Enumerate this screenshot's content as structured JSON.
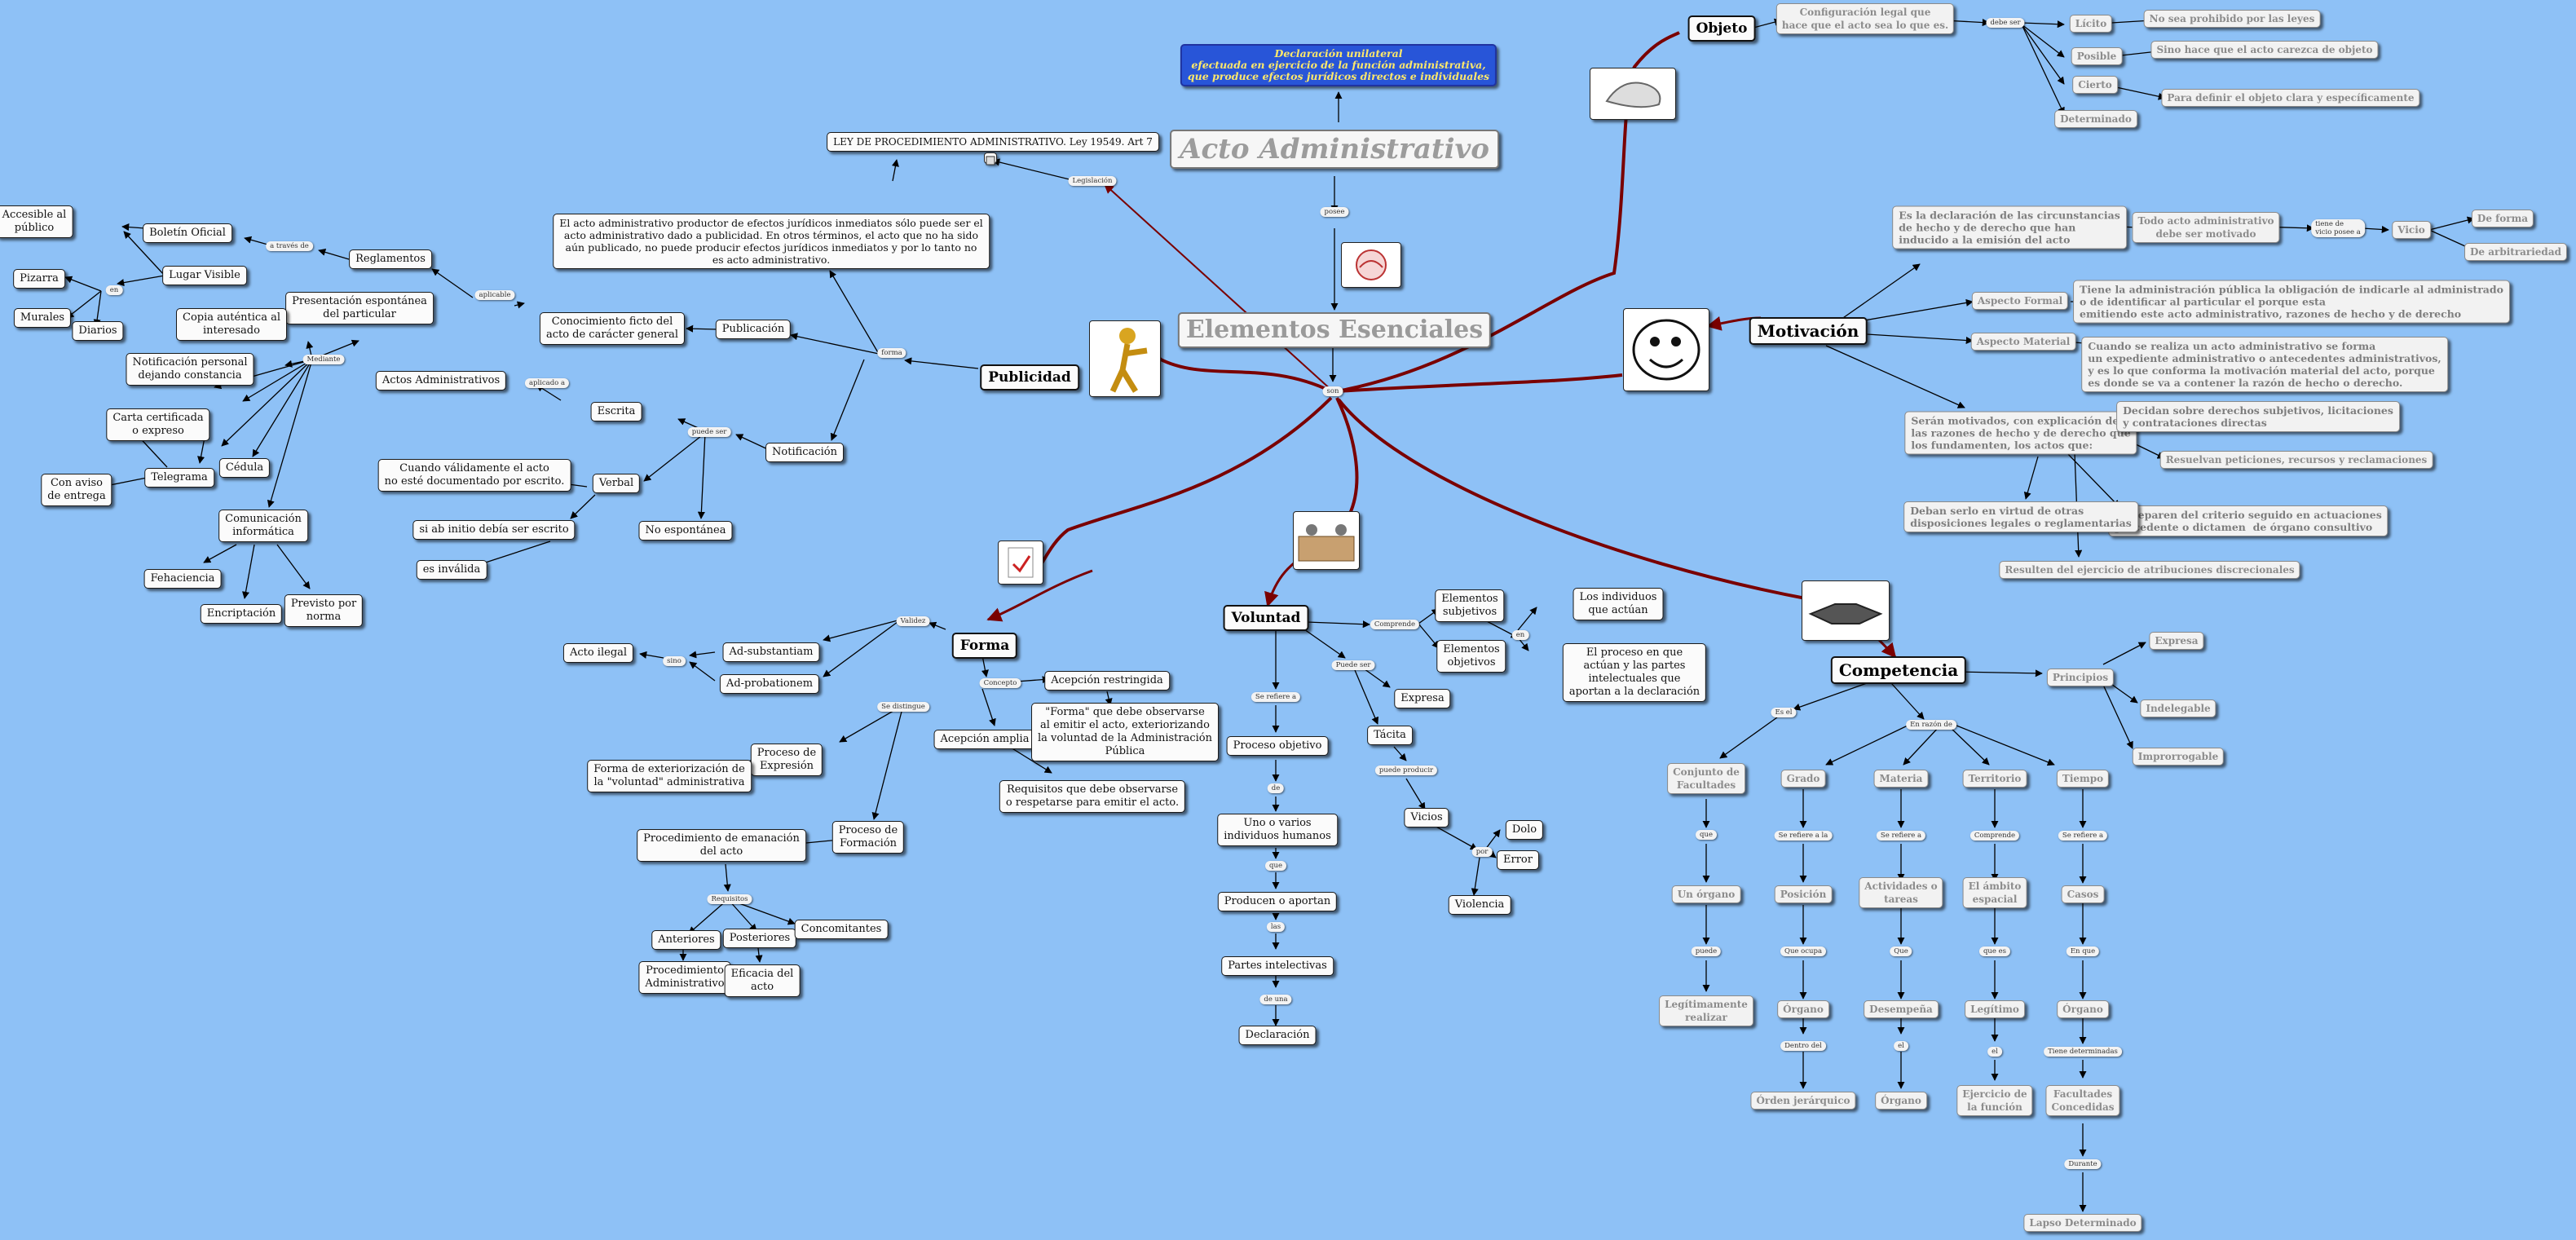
{
  "title": "Acto Administrativo",
  "definition": "Declaración unilateral\nefectuada en ejercicio de la función administrativa,\nque produce efectos jurídicos directos e individuales",
  "center": "Elementos Esenciales",
  "labels": {
    "posee": "posee",
    "son": "son",
    "legislacion": "Legislación",
    "forma_de": "forma",
    "aplicado_a": "aplicado a",
    "puede_ser": "puede ser",
    "aplicable": "aplicable",
    "a_traves_de": "a través de",
    "en": "en",
    "mediante": "Mediante",
    "debe_ser": "debe ser",
    "tiene_de_vicio": "tiene de\nvicio posee a",
    "validez": "Validez",
    "sino": "sino",
    "concepto": "Concepto",
    "se_distingue": "Se distingue",
    "requisitos": "Requisitos",
    "comprende": "Comprende",
    "se_refiere_a": "Se refiere a",
    "de": "de",
    "que": "que",
    "las": "las",
    "de_una": "de una",
    "puede_ser2": "Puede ser",
    "puede_producir": "puede producir",
    "por": "por",
    "es_el": "Es el",
    "en_razon_de": "En razón de",
    "que_es": "que",
    "puede": "puede",
    "se_refiere_la": "Se refiere a la",
    "que_ocupa": "Que ocupa",
    "dentro_del": "Dentro del",
    "se_refiere_a_las": "Se refiere a",
    "que2": "Que",
    "el": "el",
    "comprende2": "Comprende",
    "que_es2": "que es",
    "el2": "el",
    "se_refiere_a_los": "Se refiere a",
    "en_que": "En que",
    "tiene_determinadas": "Tiene determinadas",
    "durante": "Durante"
  },
  "publicidad": {
    "title": "Publicidad",
    "ley": "LEY DE PROCEDIMIENTO ADMINISTRATIVO. Ley 19549. Art 7",
    "texto": "El acto administrativo productor de efectos jurídicos inmediatos sólo puede ser el\nacto administrativo dado a publicidad. En otros términos, el acto que no ha sido\naún publicado, no puede producir efectos jurídicos inmediatos y por lo tanto no\nes acto administrativo.",
    "publicacion": "Publicación",
    "notificacion": "Notificación",
    "conocimiento": "Conocimiento ficto del\nacto de carácter general",
    "reglamentos": "Reglamentos",
    "boletin": "Boletín Oficial",
    "lugar": "Lugar Visible",
    "accesible": "Accesible al\npúblico",
    "pizarra": "Pizarra",
    "murales": "Murales",
    "diarios": "Diarios",
    "actos": "Actos Administrativos",
    "escrita": "Escrita",
    "verbal": "Verbal",
    "no_espontanea": "No espontánea",
    "cuando": "Cuando válidamente el acto\nno esté documentado por escrito.",
    "si_ab": "si ab initio debía ser escrito",
    "invalida": "es inválida",
    "presentacion": "Presentación espontánea\ndel particular",
    "copia": "Copia auténtica al\ninteresado",
    "personal": "Notificación personal\ndejando constancia",
    "carta": "Carta certificada\no expreso",
    "telegrama": "Telegrama",
    "aviso": "Con aviso\nde entrega",
    "cedula": "Cédula",
    "comunicacion": "Comunicación\ninformática",
    "fehaciencia": "Fehaciencia",
    "encriptacion": "Encriptación",
    "previsto": "Previsto por\nnorma"
  },
  "forma": {
    "title": "Forma",
    "ad_sub": "Ad-substantiam",
    "ad_prob": "Ad-probationem",
    "acto_ilegal": "Acto ilegal",
    "restringida": "Acepción restringida",
    "amplia": "Acepción amplia",
    "forma_def": "\"Forma\" que debe observarse\nal emitir el acto, exteriorizando\nla voluntad de la Administración\nPública",
    "requisitos": "Requisitos que debe observarse\no respetarse para emitir el acto.",
    "proc_exp": "Proceso de\nExpresión",
    "forma_ext": "Forma de exteriorización de\nla \"voluntad\" administrativa",
    "proc_form": "Proceso de\nFormación",
    "procedimiento": "Procedimiento de emanación\ndel acto",
    "anteriores": "Anteriores",
    "posteriores": "Posteriores",
    "concomitantes": "Concomitantes",
    "proc_adm": "Procedimiento\nAdministrativo",
    "eficacia": "Eficacia del\nacto"
  },
  "voluntad": {
    "title": "Voluntad",
    "subjetivos": "Elementos\nsubjetivos",
    "objetivos": "Elementos\nobjetivos",
    "individuos": "Los individuos\nque actúan",
    "proceso_text": "El proceso en que\nactúan y las partes\nintelectuales que\naportan a la declaración",
    "proc_obj": "Proceso objetivo",
    "uno_o_varios": "Uno o varios\nindividuos humanos",
    "producen": "Producen o aportan",
    "partes": "Partes intelectivas",
    "declaracion": "Declaración",
    "expresa": "Expresa",
    "tacita": "Tácita",
    "vicios": "Vicios",
    "dolo": "Dolo",
    "error": "Error",
    "violencia": "Violencia"
  },
  "objeto": {
    "title": "Objeto",
    "config": "Configuración legal que\nhace que el acto sea lo que es.",
    "licito": "Lícito",
    "posible": "Posible",
    "cierto": "Cierto",
    "determinado": "Determinado",
    "licito_d": "No sea prohibido por las leyes",
    "posible_d": "Sino hace que el acto carezca de objeto",
    "cierto_d": "Para definir el objeto clara y específicamente"
  },
  "motivacion": {
    "title": "Motivación",
    "decl": "Es la declaración de las circunstancias\nde hecho y de derecho que han\ninducido a la emisión del acto",
    "todo": "Todo acto administrativo\ndebe ser motivado",
    "vicio": "Vicio",
    "de_forma": "De forma",
    "arbitrariedad": "De arbitrariedad",
    "formal": "Aspecto Formal",
    "formal_d": "Tiene la administración pública la obligación de indicarle al administrado\no de identificar al particular el porque esta\nemitiendo este acto administrativo, razones de hecho y de derecho",
    "material": "Aspecto Material",
    "material_d": "Cuando se realiza un acto administrativo se forma\nun expediente administrativo o antecedentes administrativos,\ny es lo que conforma la motivación material del acto, porque\nes donde se va a contener la razón de hecho o derecho.",
    "seran": "Serán motivados, con explicación de\nlas razones de hecho y de derecho que\nlos fundamenten, los actos que:",
    "decidan": "Decidan sobre derechos subjetivos, licitaciones\ny contrataciones directas",
    "resuelvan": "Resuelvan peticiones, recursos y reclamaciones",
    "separen": "Se separen del criterio seguido en actuaciones\nprecedente o dictamen  de órgano consultivo",
    "deban": "Deban serlo en virtud de otras\ndisposiciones legales o reglamentarias",
    "resulten": "Resulten del ejercicio de atribuciones discrecionales"
  },
  "competencia": {
    "title": "Competencia",
    "principios": "Principios",
    "expresa": "Expresa",
    "indelegable": "Indelegable",
    "improrrogable": "Improrrogable",
    "conjunto": "Conjunto de\nFacultades",
    "un_organo": "Un órgano",
    "legit": "Legítimamente\nrealizar",
    "grado": "Grado",
    "posicion": "Posición",
    "organo_g": "Órgano",
    "jerarquico": "Órden jerárquico",
    "materia": "Materia",
    "actividades": "Actividades o\ntareas",
    "desempena": "Desempeña",
    "organo_m": "Órgano",
    "territorio": "Territorio",
    "ambito": "El ámbito\nespacial",
    "legitimo": "Legítimo",
    "ejercicio": "Ejercicio de\nla función",
    "tiempo": "Tiempo",
    "casos": "Casos",
    "organo_t": "Órgano",
    "facultades": "Facultades\nConcedidas",
    "lapso": "Lapso Determinado"
  }
}
